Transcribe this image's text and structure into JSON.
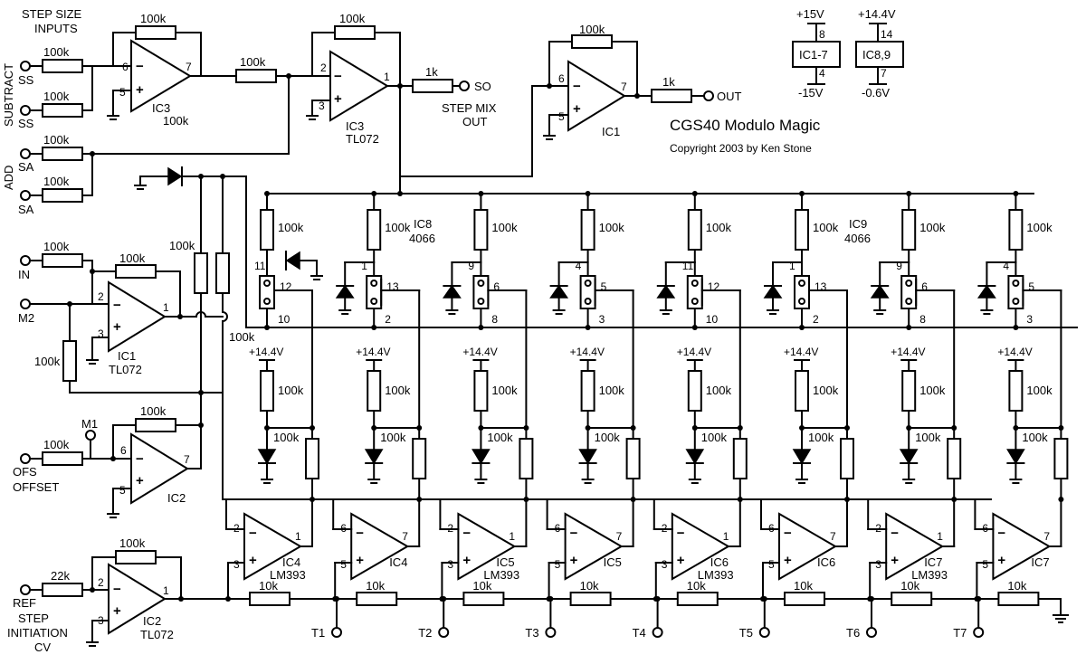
{
  "title": "CGS40 Modulo Magic",
  "copyright": "Copyright 2003 by Ken Stone",
  "labels": {
    "step_size_1": "STEP SIZE",
    "step_size_2": "INPUTS",
    "subtract": "SUBTRACT",
    "add": "ADD",
    "ss": "SS",
    "sa": "SA",
    "in": "IN",
    "m1": "M1",
    "m2": "M2",
    "ofs": "OFS",
    "offset": "OFFSET",
    "ref": "REF",
    "step_init_1": "STEP",
    "step_init_2": "INITIATION",
    "step_init_3": "CV",
    "so": "SO",
    "step_mix_1": "STEP MIX",
    "step_mix_2": "OUT",
    "out": "OUT"
  },
  "ics": {
    "ic1": "IC1",
    "ic2": "IC2",
    "ic3": "IC3",
    "ic4": "IC4",
    "ic5": "IC5",
    "ic6": "IC6",
    "ic7": "IC7",
    "ic8": "IC8",
    "ic9": "IC9",
    "tl072": "TL072",
    "lm393": "LM393",
    "n4066": "4066",
    "ic1_7": "IC1-7",
    "ic8_9": "IC8,9"
  },
  "values": {
    "r100k": "100k",
    "r1k": "1k",
    "r10k": "10k",
    "r22k": "22k"
  },
  "rails": {
    "p15": "+15V",
    "m15": "-15V",
    "p144": "+14.4V",
    "m06": "-0.6V"
  },
  "pins": {
    "p1": "1",
    "p2": "2",
    "p3": "3",
    "p4": "4",
    "p5": "5",
    "p6": "6",
    "p7": "7",
    "p8": "8",
    "p9": "9",
    "p10": "10",
    "p11": "11",
    "p12": "12",
    "p13": "13",
    "p14": "14",
    "minus": "−",
    "plus": "+"
  },
  "taps": [
    "T1",
    "T2",
    "T3",
    "T4",
    "T5",
    "T6",
    "T7"
  ]
}
